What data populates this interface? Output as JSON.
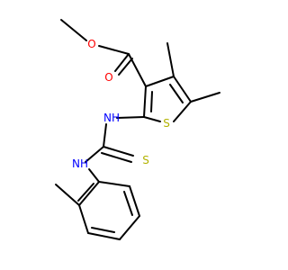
{
  "molecule": {
    "atoms": {
      "ester_carbonyl_o": {
        "symbol": "O",
        "color": "#ff0000"
      },
      "ester_ether_o": {
        "symbol": "O",
        "color": "#ff0000"
      },
      "thiophene_s": {
        "symbol": "S",
        "color": "#b2b200"
      },
      "thiourea_nh_1": {
        "symbol": "NH",
        "color": "#0000ff"
      },
      "thiourea_nh_2": {
        "symbol": "NH",
        "color": "#0000ff"
      },
      "thione_s": {
        "symbol": "S",
        "color": "#b2b200"
      }
    },
    "bond_color": "#000000",
    "background": "#ffffff"
  }
}
